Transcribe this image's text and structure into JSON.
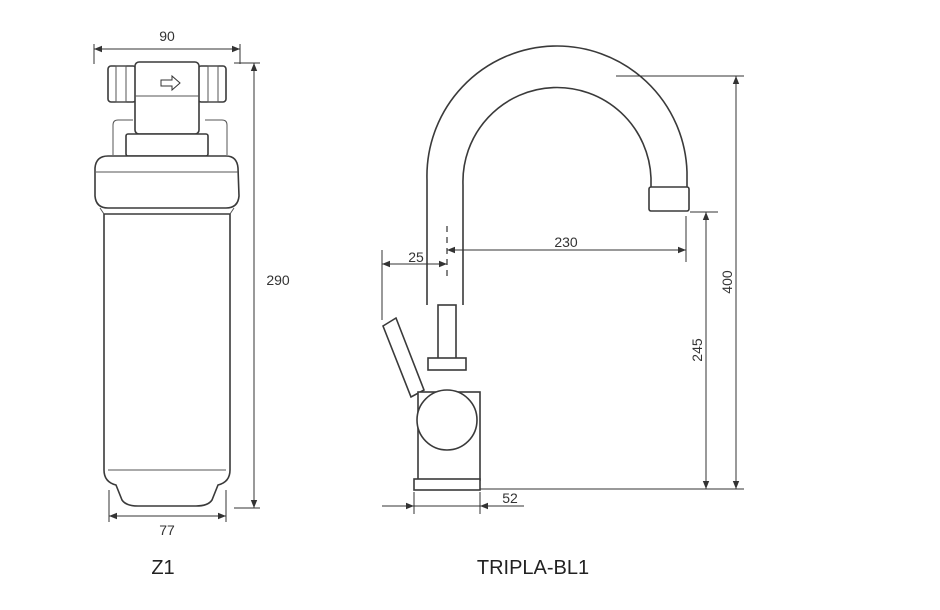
{
  "filter": {
    "model": "Z1",
    "width_top": "90",
    "height": "290",
    "width_bottom": "77"
  },
  "faucet": {
    "model": "TRIPLA-BL1",
    "offset": "25",
    "reach": "230",
    "total_height": "400",
    "spout_height": "245",
    "base": "52"
  }
}
